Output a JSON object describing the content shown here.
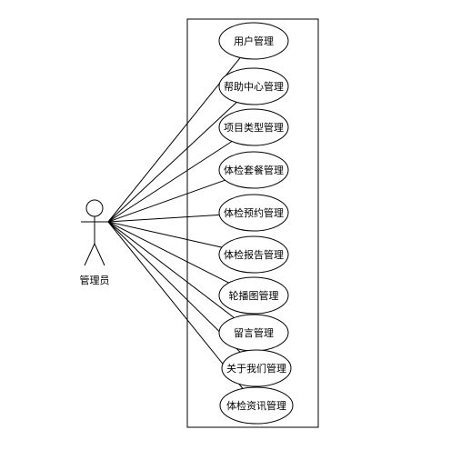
{
  "actor": {
    "label": "管理员"
  },
  "use_cases": [
    {
      "label": "用户管理"
    },
    {
      "label": "帮助中心管理"
    },
    {
      "label": "项目类型管理"
    },
    {
      "label": "体检套餐管理"
    },
    {
      "label": "体检预约管理"
    },
    {
      "label": "体检报告管理"
    },
    {
      "label": "轮播图管理"
    },
    {
      "label": "留言管理"
    },
    {
      "label": "关于我们管理"
    },
    {
      "label": "体检资讯管理"
    }
  ],
  "colors": {
    "stroke": "#000000",
    "fill": "#ffffff"
  }
}
